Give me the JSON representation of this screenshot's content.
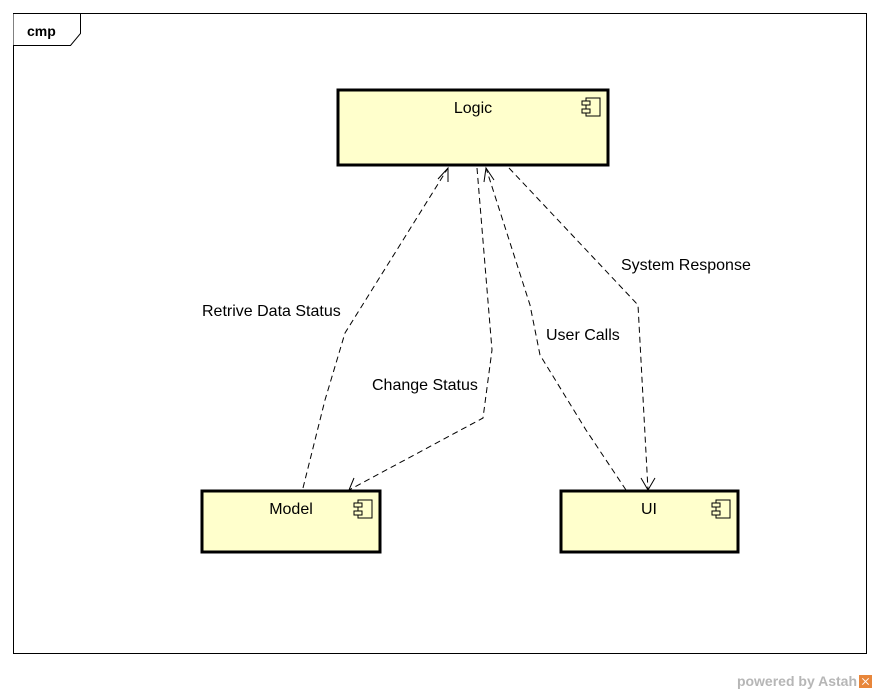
{
  "frame": {
    "tag": "cmp"
  },
  "components": {
    "logic": {
      "name": "Logic"
    },
    "model": {
      "name": "Model"
    },
    "ui": {
      "name": "UI"
    }
  },
  "dependencies": {
    "retrieve_data_status": "Retrive Data Status",
    "change_status": "Change Status",
    "user_calls": "User Calls",
    "system_response": "System Response"
  },
  "colors": {
    "component_fill": "#ffffcc",
    "stroke": "#000000"
  },
  "watermark": {
    "text": "powered by Astah"
  }
}
